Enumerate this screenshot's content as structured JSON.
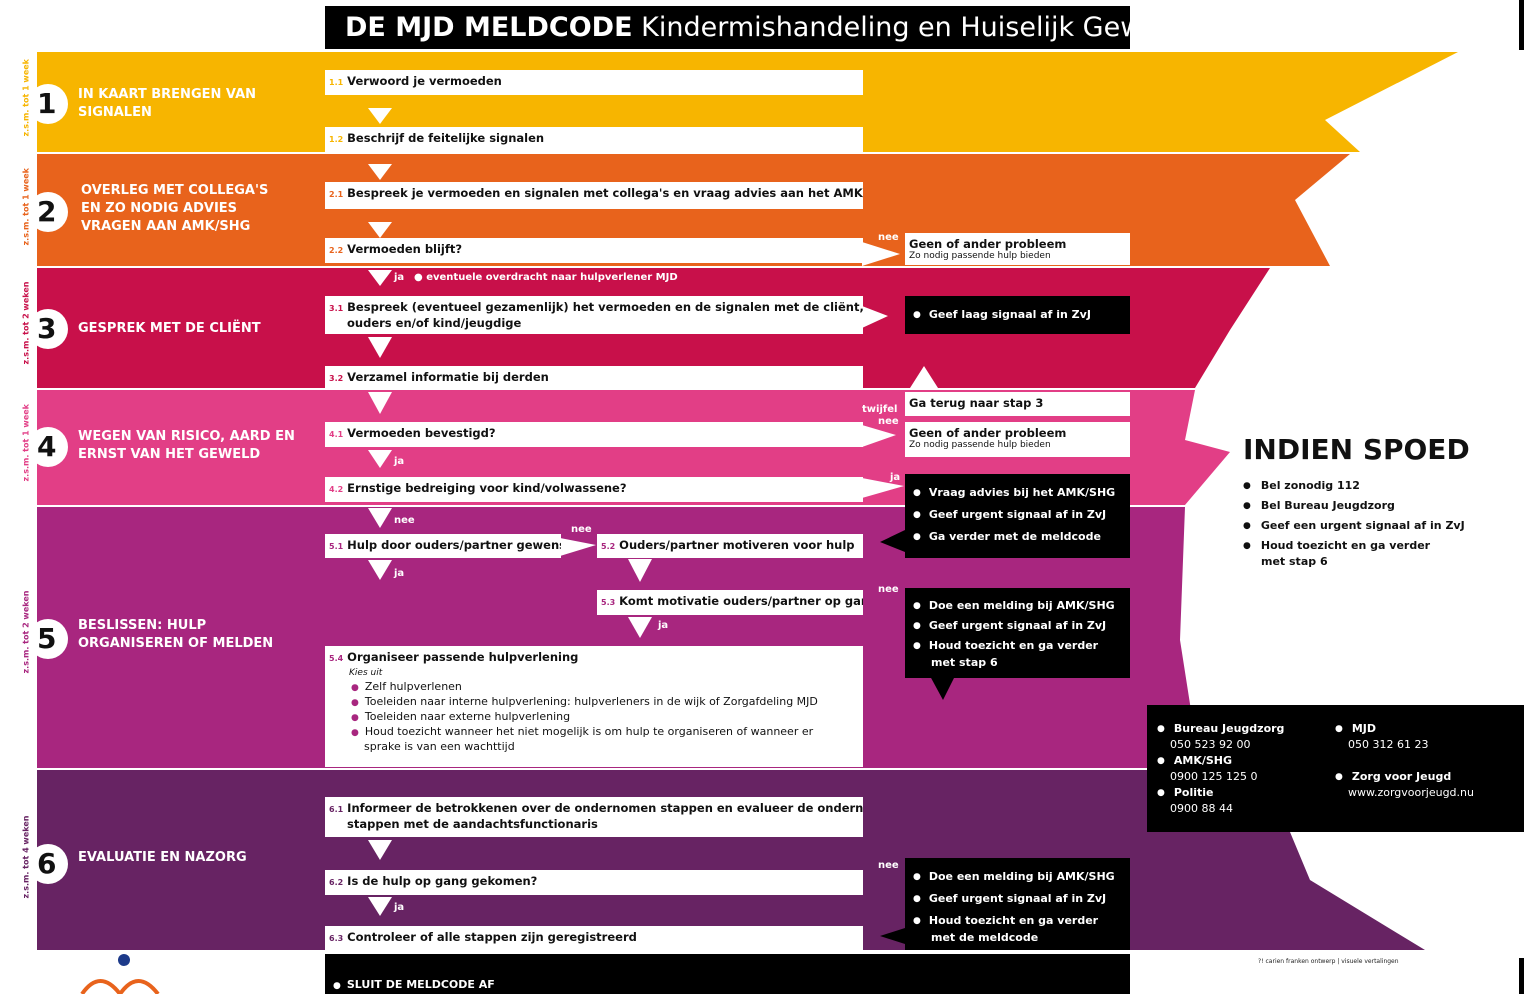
{
  "title": {
    "bold": "DE MJD MELDCODE",
    "rest": " Kindermishandeling en Huiselijk Geweld"
  },
  "colors": {
    "step1": "#f7b500",
    "step2": "#e8631c",
    "step3": "#c8104a",
    "step4": "#e23e86",
    "step5": "#a8267f",
    "step6": "#672363"
  },
  "steps": [
    {
      "num": "1",
      "name": "IN KAART BRENGEN VAN SIGNALEN",
      "time": "z.s.m. tot 1 week"
    },
    {
      "num": "2",
      "name": "OVERLEG MET COLLEGA'S EN ZO NODIG ADVIES VRAGEN  AAN AMK/SHG",
      "time": "z.s.m. tot 1 week"
    },
    {
      "num": "3",
      "name": "GESPREK MET DE CLIËNT",
      "time": "z.s.m. tot 2 weken"
    },
    {
      "num": "4",
      "name": "WEGEN VAN RISICO, AARD EN ERNST VAN HET GEWELD",
      "time": "z.s.m. tot 1 week"
    },
    {
      "num": "5",
      "name": "BESLISSEN: HULP ORGANISEREN OF MELDEN",
      "time": "z.s.m. tot 2 weken"
    },
    {
      "num": "6",
      "name": "EVALUATIE EN NAZORG",
      "time": "z.s.m. tot 4 weken"
    }
  ],
  "boxes": {
    "b11": {
      "n": "1.1",
      "t": "Verwoord je vermoeden"
    },
    "b12": {
      "n": "1.2",
      "t": "Beschrijf de feitelijke signalen"
    },
    "b21": {
      "n": "2.1",
      "t": "Bespreek je vermoeden en signalen met collega's en vraag advies aan het AMK/SHG"
    },
    "b22": {
      "n": "2.2",
      "t": "Vermoeden blijft?"
    },
    "b31": {
      "n": "3.1",
      "t": "Bespreek (eventueel gezamenlijk) het vermoeden en de signalen met de cliënt,",
      "t2": "ouders en/of kind/jeugdige"
    },
    "b32": {
      "n": "3.2",
      "t": "Verzamel informatie bij derden"
    },
    "b41": {
      "n": "4.1",
      "t": "Vermoeden bevestigd?"
    },
    "b42": {
      "n": "4.2",
      "t": "Ernstige bedreiging voor kind/volwassene?"
    },
    "b51": {
      "n": "5.1",
      "t": "Hulp door ouders/partner gewenst?"
    },
    "b52": {
      "n": "5.2",
      "t": "Ouders/partner motiveren voor hulp"
    },
    "b53": {
      "n": "5.3",
      "t": "Komt motivatie ouders/partner op gang?"
    },
    "b54": {
      "n": "5.4",
      "t": "Organiseer passende hulpverlening",
      "kies": "Kies uit",
      "opts": [
        "Zelf hulpverlenen",
        "Toeleiden naar interne hulpverlening: hulpverleners in de wijk of Zorgafdeling MJD",
        "Toeleiden naar externe hulpverlening",
        "Houd toezicht wanneer het niet mogelijk is om hulp te organiseren of wanneer er sprake is van een wachttijd"
      ]
    },
    "b61": {
      "n": "6.1",
      "t": "Informeer de betrokkenen over de ondernomen stappen en evalueer de ondernomen",
      "t2": "stappen met de aandachtsfunctionaris"
    },
    "b62": {
      "n": "6.2",
      "t": "Is de hulp op gang gekomen?"
    },
    "b63": {
      "n": "6.3",
      "t": "Controleer of alle stappen zijn geregistreerd"
    }
  },
  "side": {
    "geen1": {
      "t": "Geen of ander probleem",
      "s": "Zo nodig passende hulp bieden"
    },
    "geen2": {
      "t": "Geen of ander probleem",
      "s": "Zo nodig passende hulp bieden"
    },
    "terug": {
      "t": "Ga terug naar stap 3"
    }
  },
  "blacks": {
    "k3": [
      "Geef laag signaal af in ZvJ"
    ],
    "k4": [
      "Vraag advies bij het AMK/SHG",
      "Geef urgent signaal af in ZvJ",
      "Ga verder met de meldcode"
    ],
    "k5": [
      "Doe een melding bij AMK/SHG",
      "Geef urgent signaal af in ZvJ",
      "Houd toezicht en ga verder",
      "met stap 6"
    ],
    "k6": [
      "Doe een melding bij AMK/SHG",
      "Geef urgent signaal af in ZvJ",
      "Houd toezicht en ga verder",
      "met de meldcode"
    ]
  },
  "labels": {
    "nee": "nee",
    "ja": "ja",
    "twijfel": "twijfel",
    "overdracht": "eventuele overdracht naar hulpverlener MJD"
  },
  "spoed": {
    "title": "INDIEN SPOED",
    "items": [
      "Bel zonodig 112",
      "Bel Bureau Jeugdzorg",
      "Geef een urgent signaal af in ZvJ",
      "Houd toezicht en ga verder",
      "met stap 6"
    ]
  },
  "contacts": [
    {
      "name": "Bureau Jeugdzorg",
      "value": "050 523 92 00"
    },
    {
      "name": "AMK/SHG",
      "value": "0900 125 125 0"
    },
    {
      "name": "Politie",
      "value": "0900 88 44"
    },
    {
      "name": "MJD",
      "value": "050 312 61 23"
    },
    {
      "name": "Zorg voor Jeugd",
      "value": "www.zorgvoorjeugd.nu"
    }
  ],
  "sluit": "SLUIT DE MELDCODE AF",
  "credit": "?! carien franken ontwerp | visuele vertalingen"
}
